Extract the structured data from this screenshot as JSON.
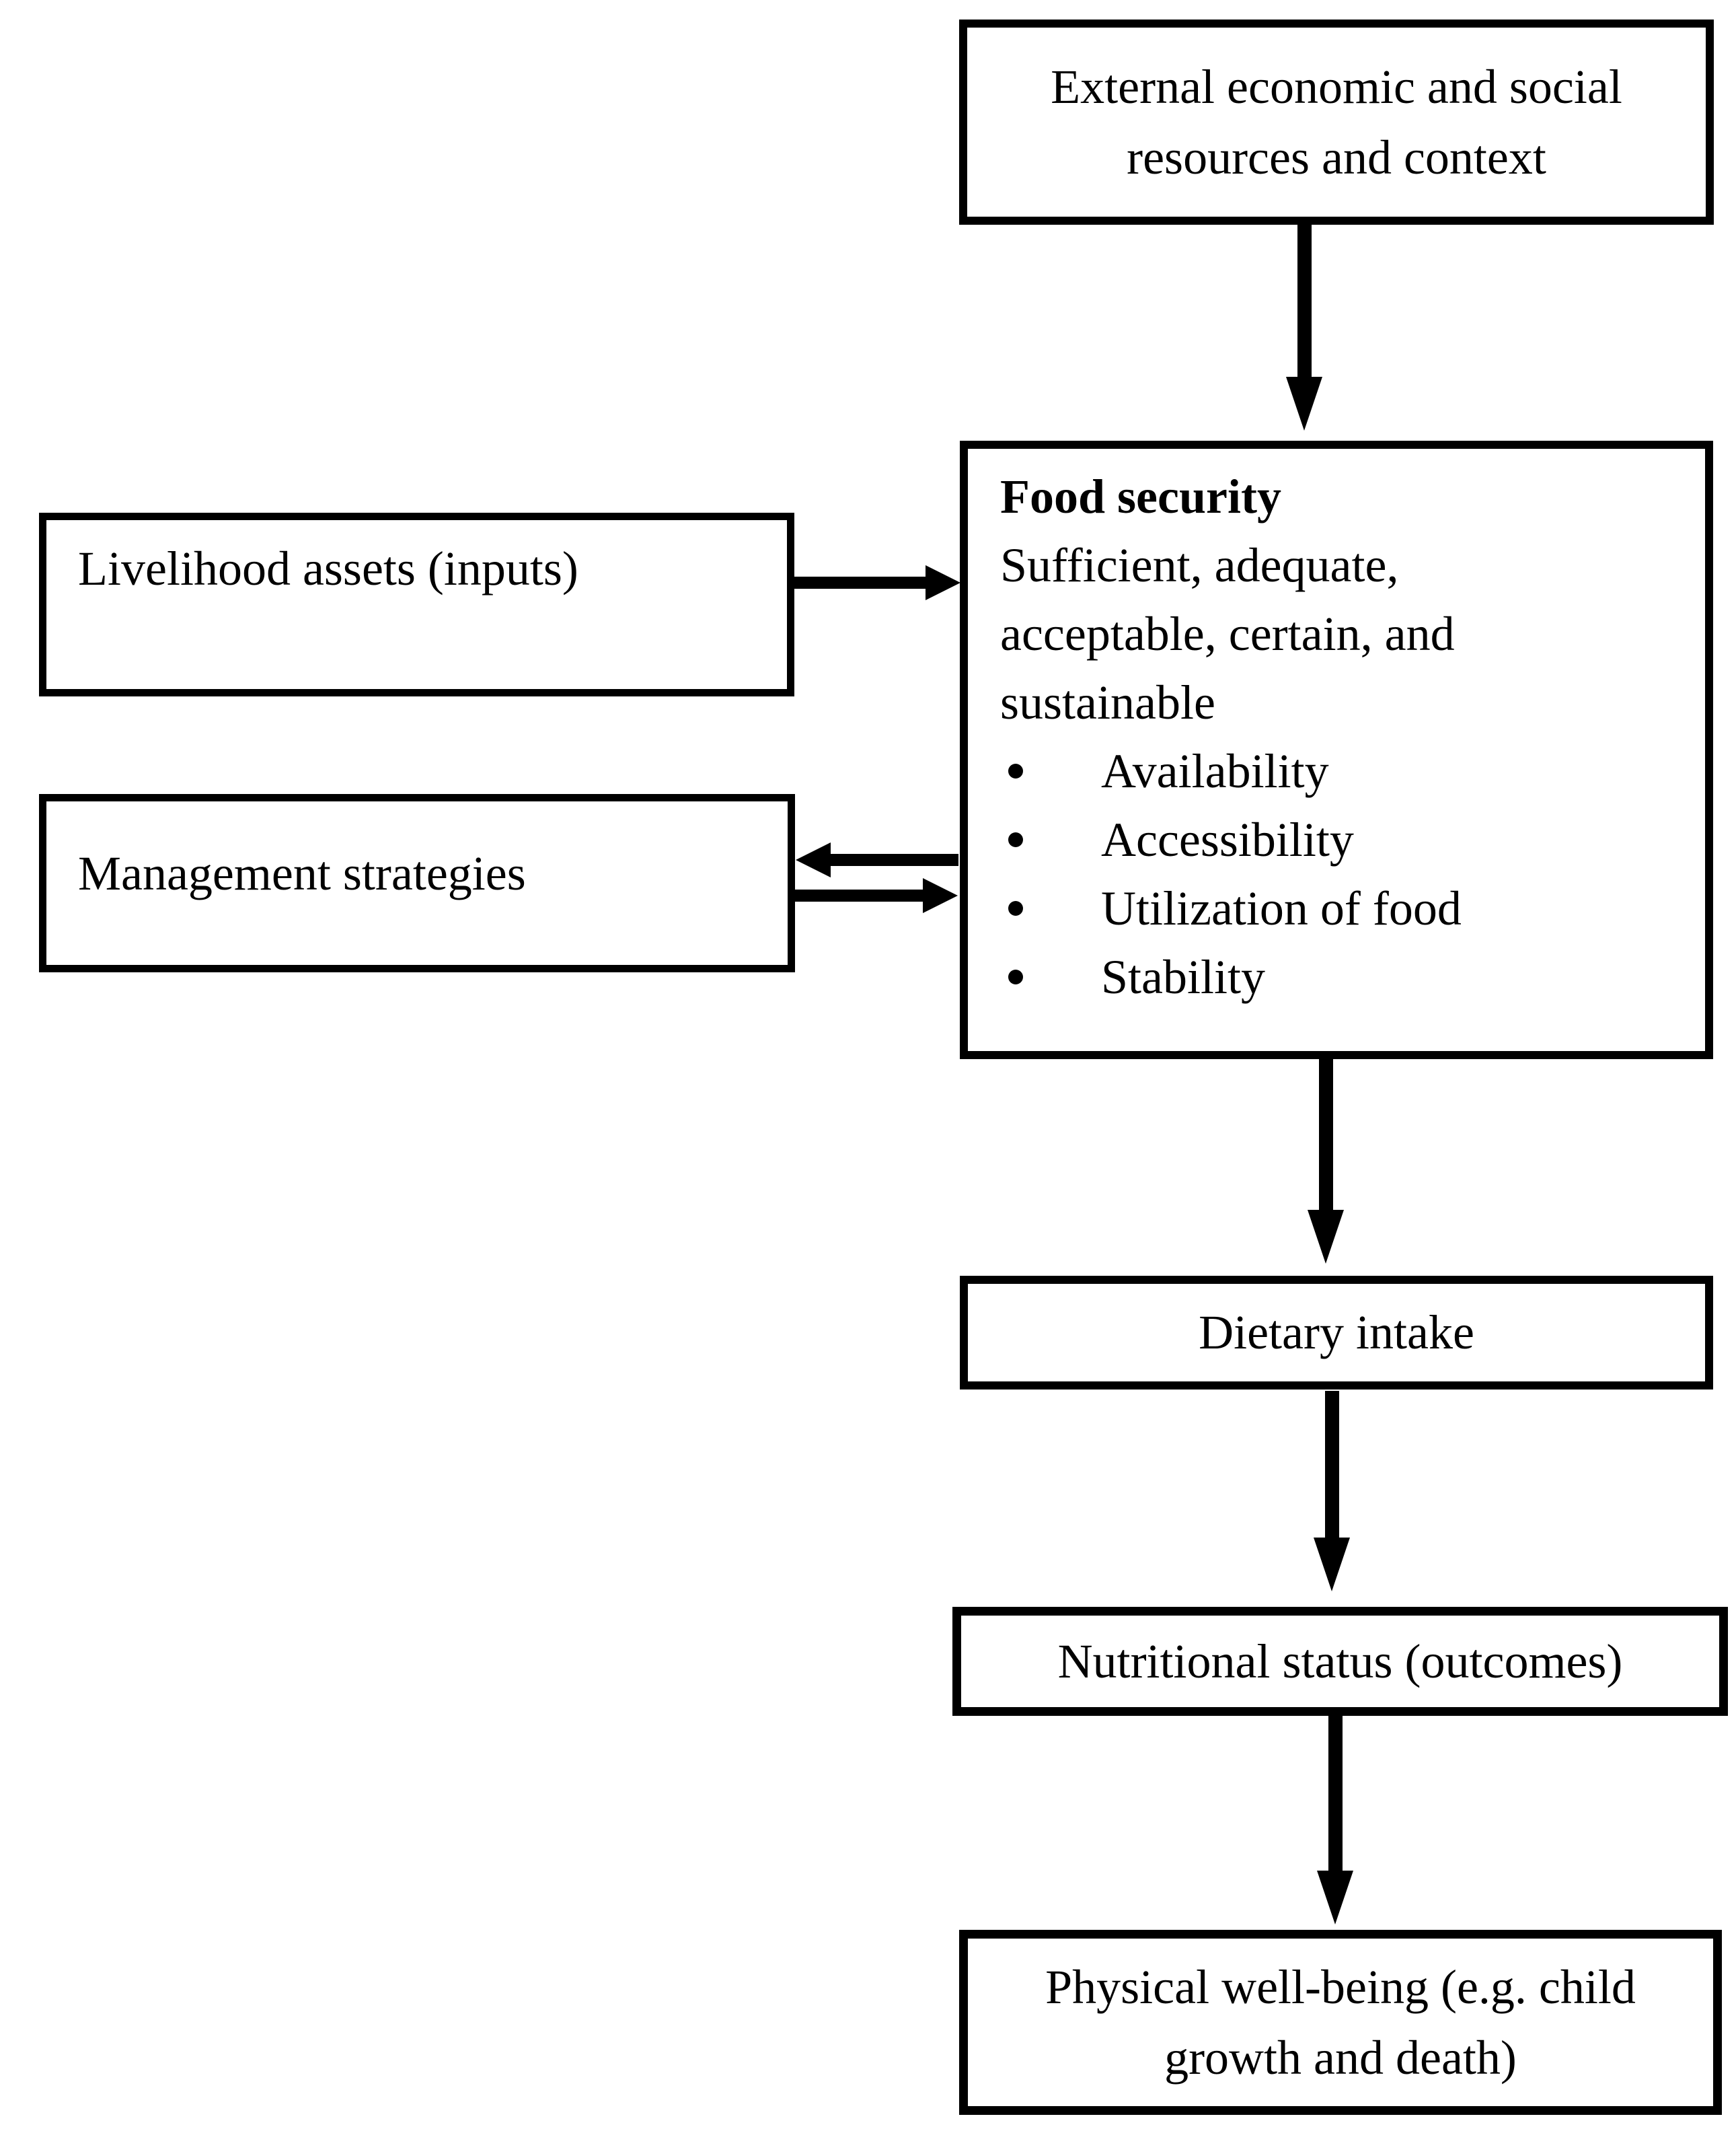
{
  "diagram": {
    "title_hint": "Conceptual framework linking livelihood assets and food security to nutritional outcomes",
    "colors": {
      "ink": "#000000",
      "paper": "#ffffff"
    },
    "nodes": {
      "external": {
        "text": "External economic and social resources and context"
      },
      "livelihood": {
        "text": "Livelihood assets (inputs)"
      },
      "management": {
        "text": "Management strategies"
      },
      "food_security": {
        "title": "Food security",
        "subtitle": "Sufficient, adequate, acceptable, certain, and sustainable",
        "bullets": [
          "Availability",
          "Accessibility",
          "Utilization of food",
          "Stability"
        ]
      },
      "dietary": {
        "text": "Dietary intake"
      },
      "nutritional": {
        "text": "Nutritional status (outcomes)"
      },
      "physical": {
        "text": "Physical well-being (e.g. child growth and death)"
      }
    },
    "edges": [
      {
        "from": "external",
        "to": "food_security",
        "style": "down-arrow"
      },
      {
        "from": "livelihood",
        "to": "food_security",
        "style": "right-arrow"
      },
      {
        "from": "food_security",
        "to": "management",
        "style": "left-arrow"
      },
      {
        "from": "management",
        "to": "food_security",
        "style": "right-arrow"
      },
      {
        "from": "food_security",
        "to": "dietary",
        "style": "down-arrow"
      },
      {
        "from": "dietary",
        "to": "nutritional",
        "style": "down-arrow"
      },
      {
        "from": "nutritional",
        "to": "physical",
        "style": "down-arrow"
      }
    ]
  }
}
